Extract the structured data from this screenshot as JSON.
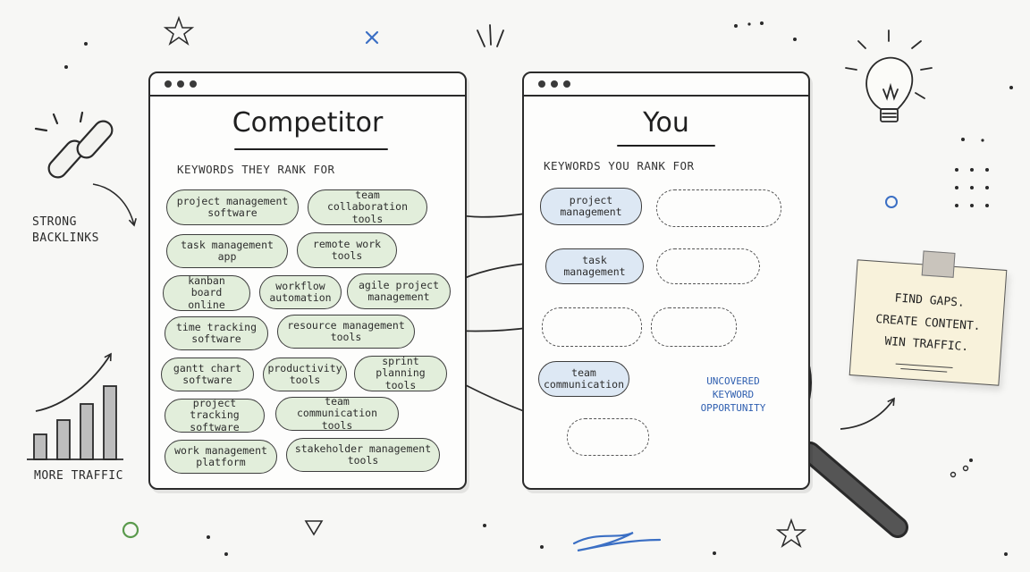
{
  "competitor": {
    "title": "Competitor",
    "subheading": "KEYWORDS THEY RANK FOR",
    "keywords": [
      "project management software",
      "team collaboration tools",
      "task management app",
      "remote work tools",
      "kanban board online",
      "workflow automation",
      "agile project management",
      "time tracking software",
      "resource management tools",
      "gantt chart software",
      "productivity tools",
      "sprint planning tools",
      "project tracking software",
      "team communication tools",
      "work management platform",
      "stakeholder management tools"
    ]
  },
  "you": {
    "title": "You",
    "subheading": "KEYWORDS YOU RANK FOR",
    "keywords": [
      "project management",
      "task management",
      "team communication"
    ]
  },
  "left_labels": {
    "backlinks": "STRONG BACKLINKS",
    "traffic": "MORE TRAFFIC"
  },
  "magnifier": {
    "text": "UNCOVERED KEYWORD OPPORTUNITY"
  },
  "sticky_note": {
    "lines": [
      "FIND GAPS.",
      "CREATE CONTENT.",
      "WIN TRAFFIC."
    ]
  },
  "colors": {
    "competitor_pill": "#e2eedb",
    "you_pill": "#dde8f4",
    "accent_blue": "#2f5fb0",
    "note": "#f8f2db"
  }
}
